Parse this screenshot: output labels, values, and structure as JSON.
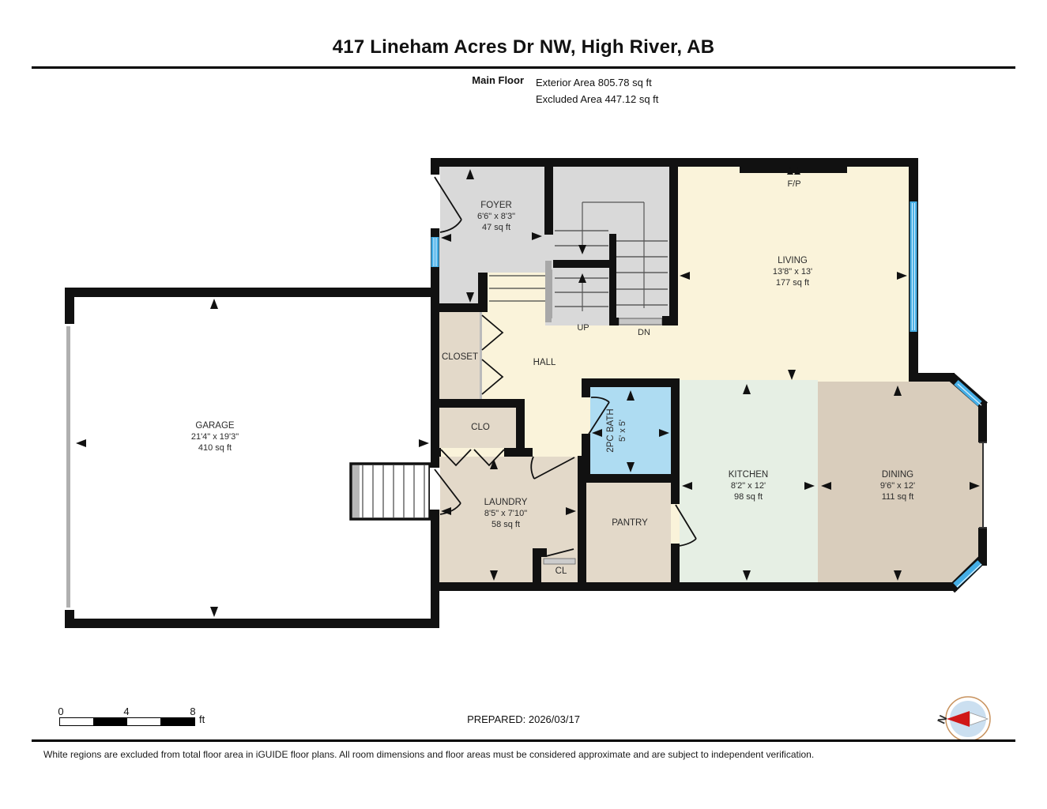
{
  "header": {
    "title": "417 Lineham Acres Dr NW, High River, AB",
    "floor_label": "Main Floor",
    "exterior_area": "Exterior Area 805.78 sq ft",
    "excluded_area": "Excluded Area 447.12 sq ft"
  },
  "rooms": {
    "foyer": {
      "name": "FOYER",
      "dims": "6'6\" x 8'3\"",
      "area": "47 sq ft"
    },
    "living": {
      "name": "LIVING",
      "dims": "13'8\" x 13'",
      "area": "177 sq ft"
    },
    "garage": {
      "name": "GARAGE",
      "dims": "21'4\" x 19'3\"",
      "area": "410 sq ft"
    },
    "kitchen": {
      "name": "KITCHEN",
      "dims": "8'2\" x 12'",
      "area": "98 sq ft"
    },
    "dining": {
      "name": "DINING",
      "dims": "9'6\" x 12'",
      "area": "111 sq ft"
    },
    "laundry": {
      "name": "LAUNDRY",
      "dims": "8'5\" x 7'10\"",
      "area": "58 sq ft"
    },
    "bath": {
      "name": "2PC BATH",
      "dims": "5' x 5'"
    },
    "closet": {
      "name": "CLOSET"
    },
    "hall": {
      "name": "HALL"
    },
    "clo": {
      "name": "CLO"
    },
    "pantry": {
      "name": "PANTRY"
    },
    "cl": {
      "name": "CL"
    }
  },
  "plan_labels": {
    "up": "UP",
    "down": "DN",
    "fireplace": "F/P"
  },
  "scale_bar": {
    "tick0": "0",
    "tick1": "4",
    "tick2": "8",
    "unit": "ft"
  },
  "compass": {
    "north": "N"
  },
  "footer": {
    "prepared": "PREPARED: 2026/03/17",
    "disclaimer": "White regions are excluded from total floor area in iGUIDE floor plans. All room dimensions and floor areas must be considered approximate and are subject to independent verification."
  },
  "colors": {
    "wall": "#111111",
    "floor_cream": "#faf3da",
    "floor_gray": "#d9d9d9",
    "floor_beige": "#e3d9c9",
    "floor_tan": "#d9cdbc",
    "floor_mint": "#e6efe4",
    "floor_bath_blue": "#aedcf2",
    "window_blue": "#45aee6"
  }
}
